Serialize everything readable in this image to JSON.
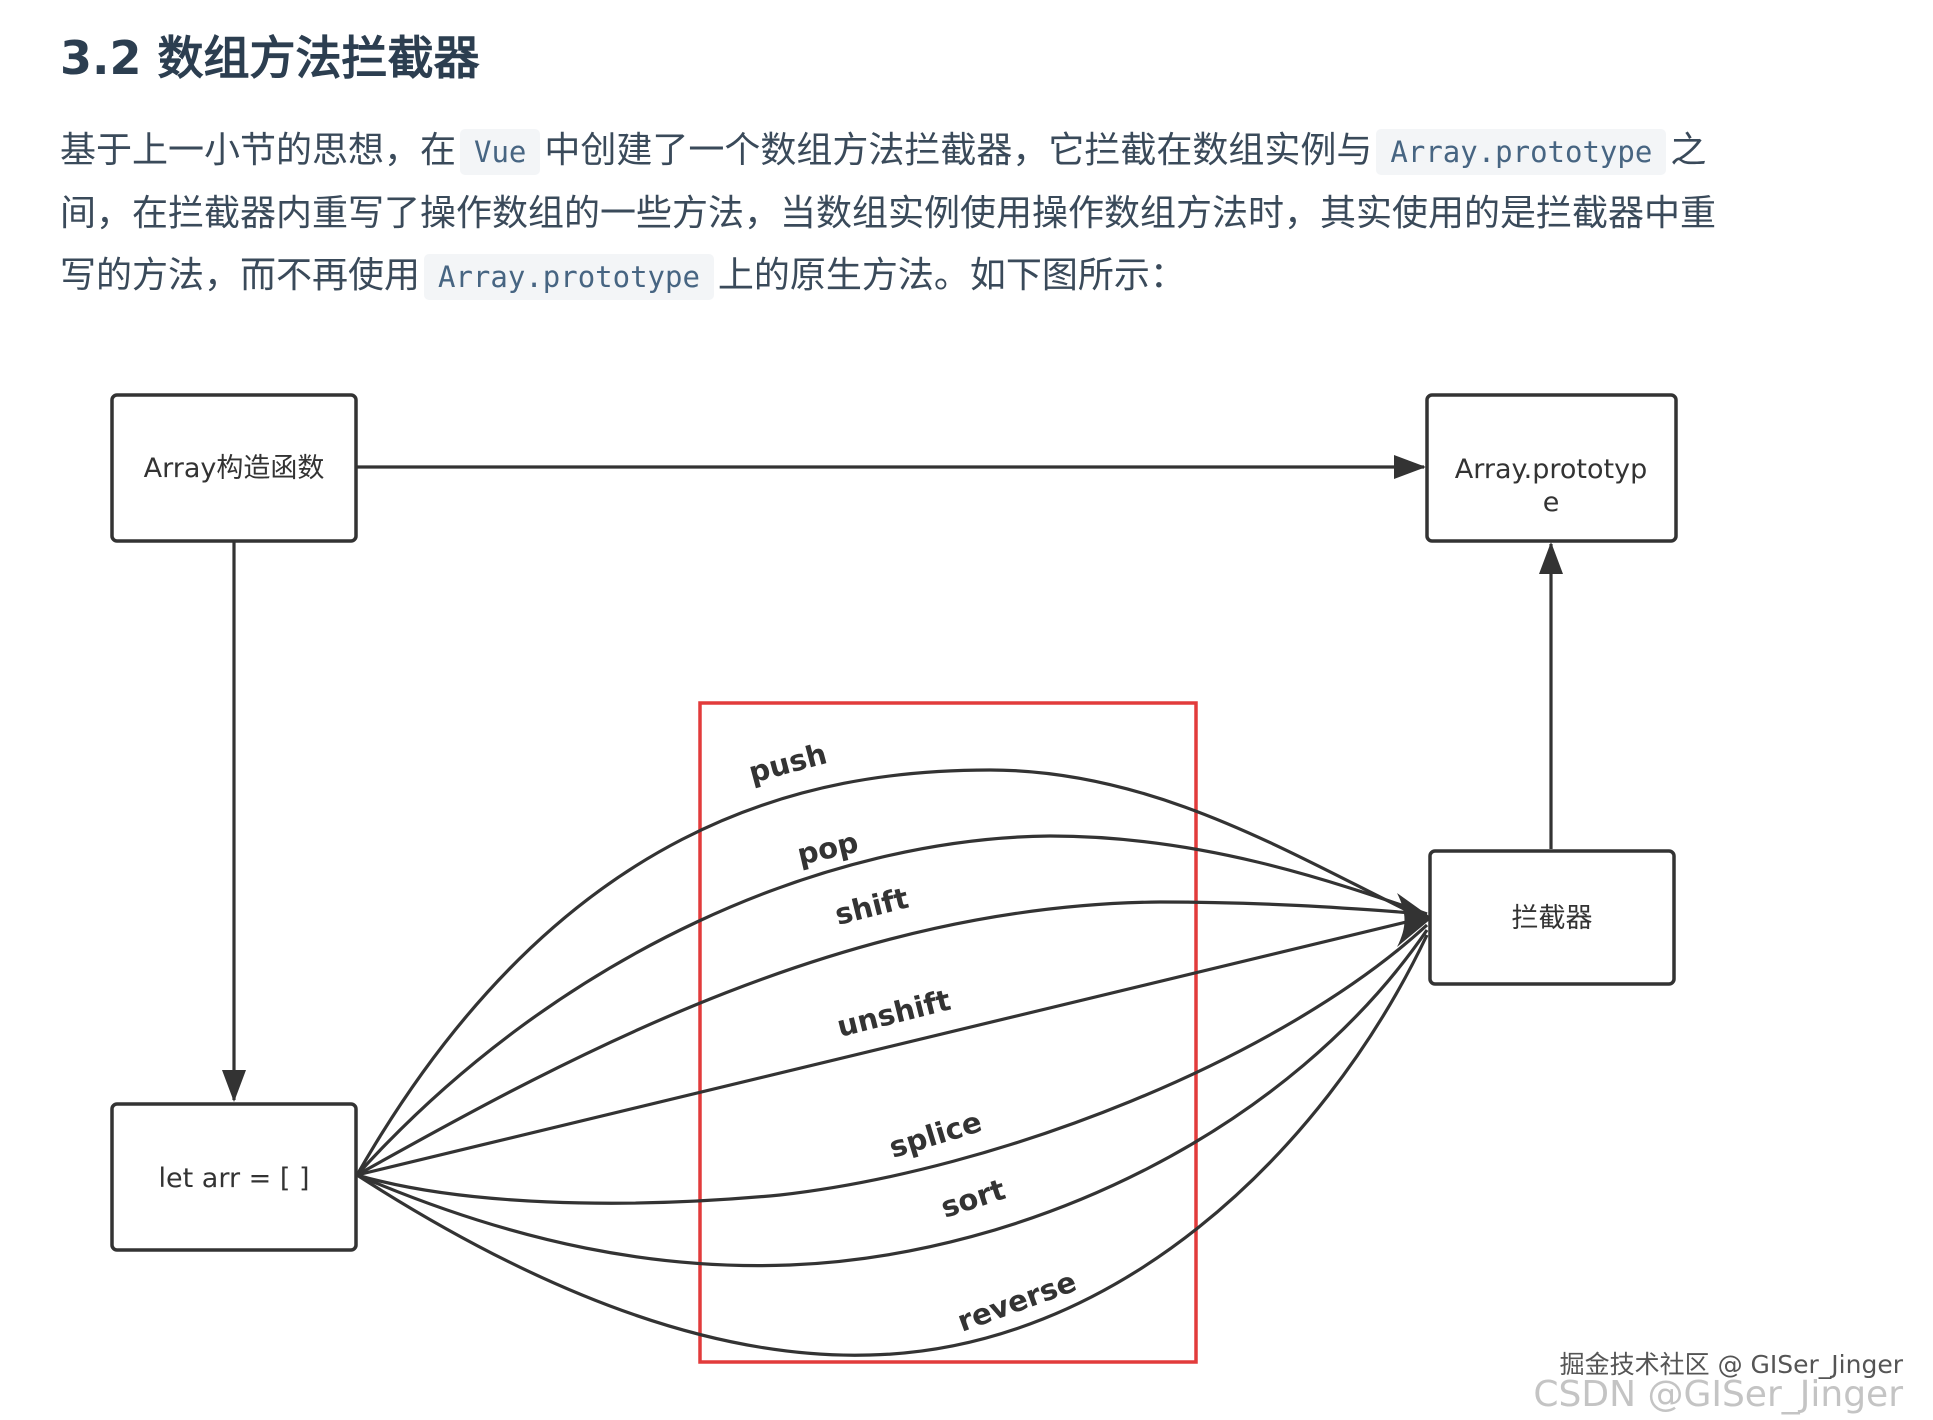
{
  "heading": "3.2 数组方法拦截器",
  "paragraph": {
    "text1": "基于上一小节的思想，在",
    "code1": "Vue",
    "text2": "中创建了一个数组方法拦截器，它拦截在数组实例与",
    "code2": "Array.prototype",
    "text3": "之间，在拦截器内重写了操作数组的一些方法，当数组实例使用操作数组方法时，其实使用的是拦截器中重写的方法，而不再使用",
    "code3": "Array.prototype",
    "text4": "上的原生方法。如下图所示："
  },
  "diagram": {
    "nodes": {
      "array_constructor": "Array构造函数",
      "array_prototype_line1": "Array.prototyp",
      "array_prototype_line2": "e",
      "interceptor": "拦截器",
      "arr_instance": "let arr = [ ]"
    },
    "method_edges": [
      "push",
      "pop",
      "shift",
      "unshift",
      "splice",
      "sort",
      "reverse"
    ],
    "colors": {
      "line": "#333333",
      "highlight_box": "#e23b3b",
      "code_background": "#f3f5f7",
      "code_text": "#476582"
    }
  },
  "watermark": {
    "line1": "掘金技术社区 @ GISer_Jinger",
    "line2": "CSDN @GISer_Jinger"
  }
}
